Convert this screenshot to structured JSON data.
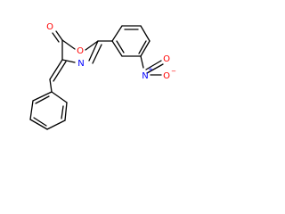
{
  "structure": {
    "atoms": {
      "carbonyl_oxygen": "O",
      "ring_oxygen": "O",
      "ring_nitrogen": "N",
      "nitro_nitrogen": "N",
      "nitro_oxygen_upper": "O",
      "nitro_oxygen_right": "O",
      "nitro_nitrogen_charge": "+",
      "nitro_oxygen_charge": "−"
    },
    "colors": {
      "bond": "#000000",
      "oxygen": "#ff0000",
      "nitrogen": "#0000ff"
    }
  }
}
